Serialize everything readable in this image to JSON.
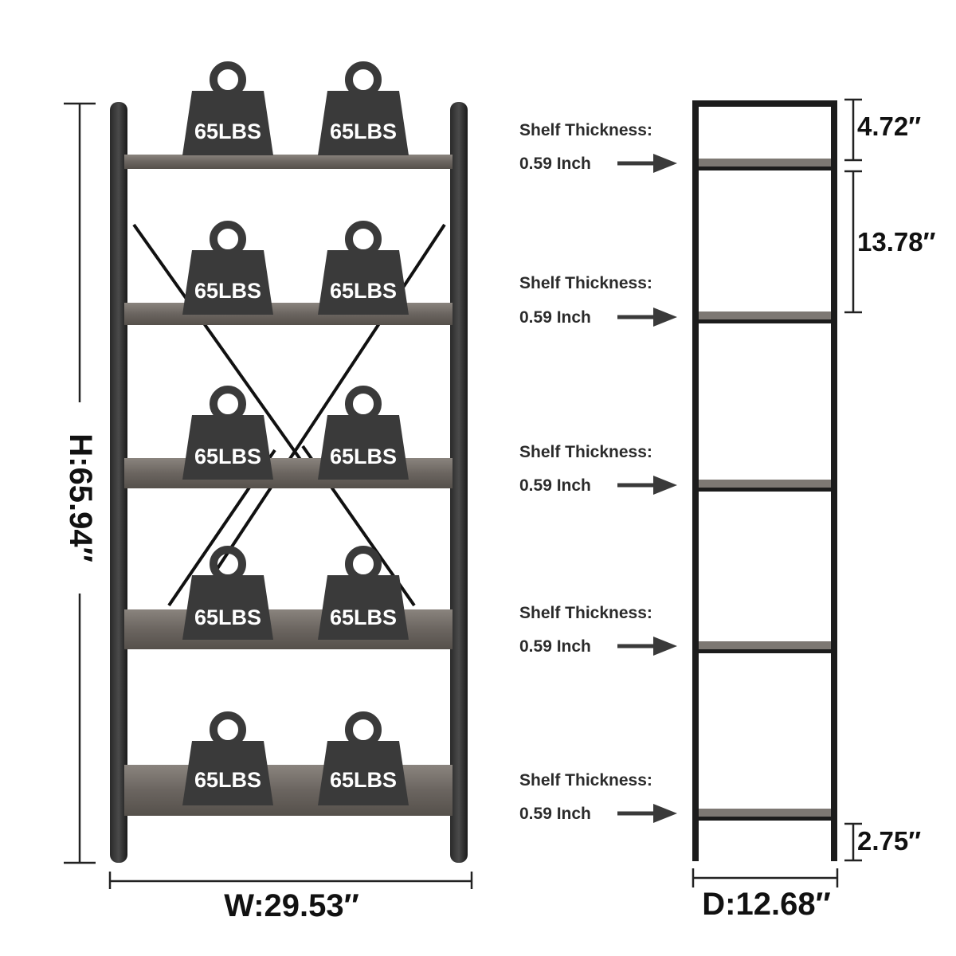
{
  "front_view": {
    "height_label": "H:65.94″",
    "width_label": "W:29.53″",
    "shelves": [
      {
        "weights": [
          "65LBS",
          "65LBS"
        ]
      },
      {
        "weights": [
          "65LBS",
          "65LBS"
        ]
      },
      {
        "weights": [
          "65LBS",
          "65LBS"
        ]
      },
      {
        "weights": [
          "65LBS",
          "65LBS"
        ]
      },
      {
        "weights": [
          "65LBS",
          "65LBS"
        ]
      }
    ]
  },
  "side_view": {
    "depth_label": "D:12.68″",
    "top_gap_label": "4.72″",
    "shelf_gap_label": "13.78″",
    "bottom_gap_label": "2.75″",
    "callouts": [
      {
        "title": "Shelf Thickness:",
        "value": "0.59 Inch"
      },
      {
        "title": "Shelf Thickness:",
        "value": "0.59 Inch"
      },
      {
        "title": "Shelf Thickness:",
        "value": "0.59 Inch"
      },
      {
        "title": "Shelf Thickness:",
        "value": "0.59 Inch"
      },
      {
        "title": "Shelf Thickness:",
        "value": "0.59 Inch"
      }
    ]
  },
  "colors": {
    "frame": "#1c1c1c",
    "shelf": "#6e6a66",
    "weight": "#3a3a3a",
    "arrow": "#3a3a3a"
  }
}
